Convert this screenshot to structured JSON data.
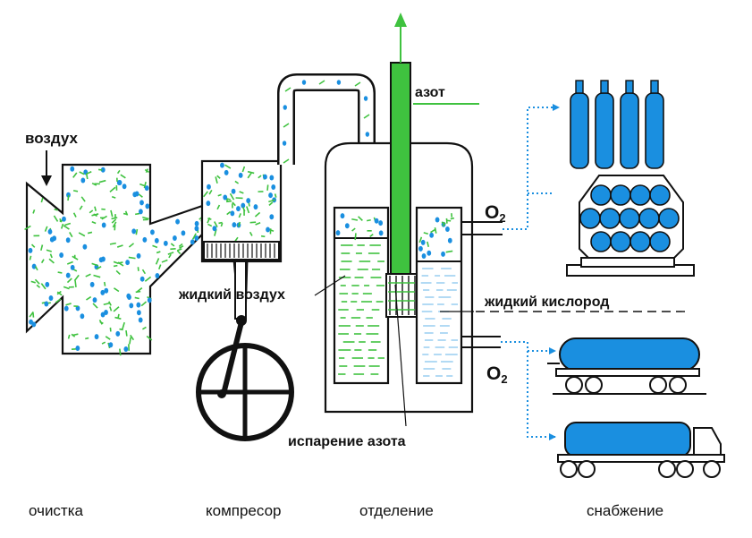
{
  "labels": {
    "air": "воздух",
    "nitrogen": "азот",
    "liquid_air": "жидкий воздух",
    "liquid_oxygen": "жидкий кислород",
    "oxygen_top": "O",
    "oxygen_top_sub": "2",
    "oxygen_bottom": "O",
    "oxygen_bottom_sub": "2",
    "nitrogen_evaporation": "испарение азота"
  },
  "stages": [
    {
      "label": "очистка"
    },
    {
      "label": "компресор"
    },
    {
      "label": "отделение"
    },
    {
      "label": "снабжение"
    }
  ],
  "colors": {
    "green": "#3fc23f",
    "blue": "#1a8fe0",
    "light_blue": "#9ed0f2",
    "outline": "#111111"
  },
  "icons": [
    "arrow-down-icon",
    "arrow-up-icon",
    "gas-cylinder-icon",
    "cylinder-bundle-icon",
    "rail-tank-car-icon",
    "tank-truck-icon",
    "flywheel-icon"
  ]
}
